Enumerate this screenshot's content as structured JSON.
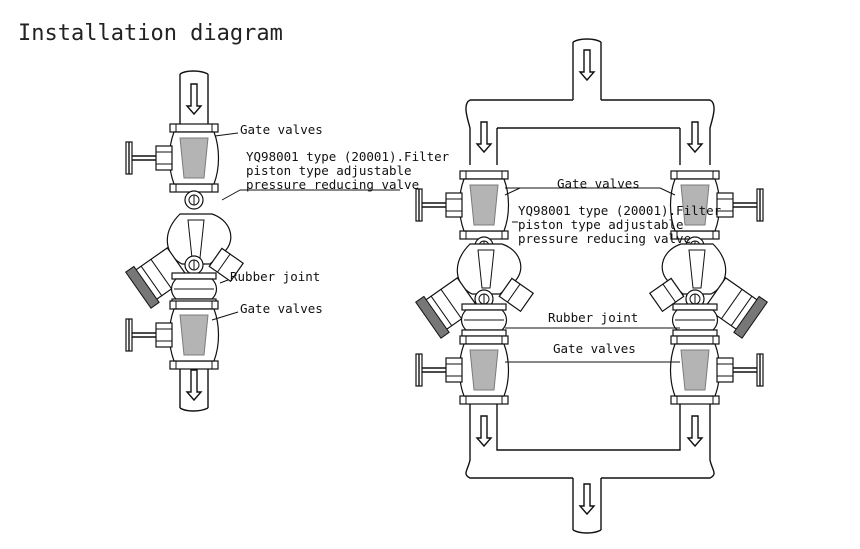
{
  "title": "Installation diagram",
  "left_diagram": {
    "gate_valves_top": "Gate valves",
    "prv_line1": "YQ98001 type (20001).Filter",
    "prv_line2": "piston type adjustable",
    "prv_line3": "pressure reducing valve",
    "rubber_joint": "Rubber joint",
    "gate_valves_bottom": "Gate valves"
  },
  "right_diagram": {
    "gate_valves_top": "Gate valves",
    "prv_line1": "YQ98001 type (20001).Filter",
    "prv_line2": "piston type adjustable",
    "prv_line3": "pressure reducing valve",
    "rubber_joint": "Rubber joint",
    "gate_valves_bottom": "Gate valves"
  }
}
